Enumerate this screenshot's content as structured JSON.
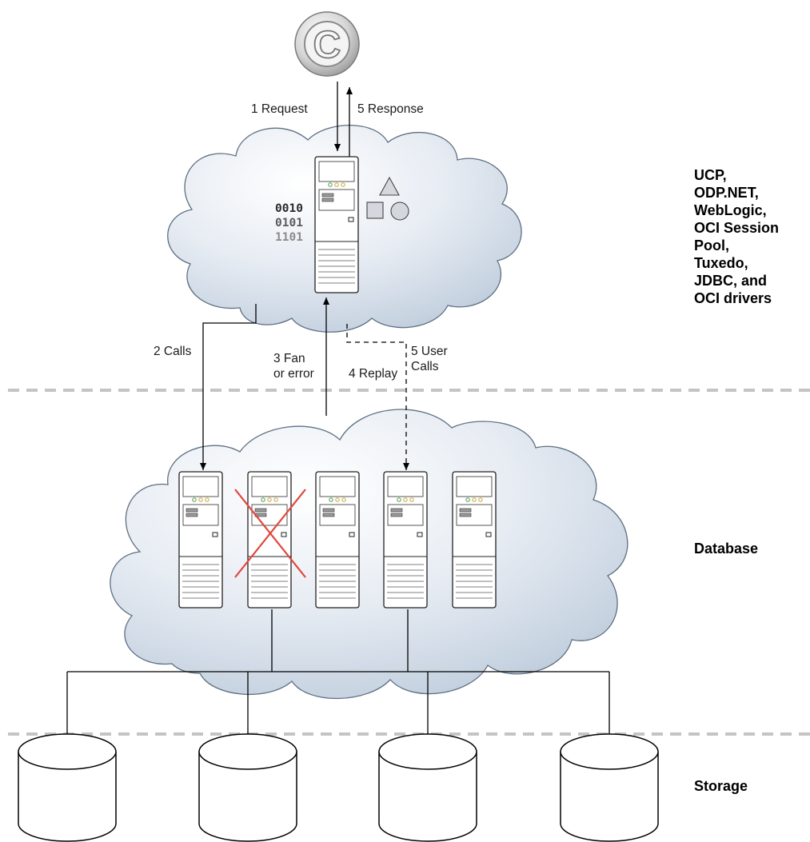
{
  "client": {
    "symbol": "C"
  },
  "arrows": {
    "request": "1 Request",
    "response": "5 Response",
    "calls": "2 Calls",
    "fan": [
      "3 Fan",
      "or error"
    ],
    "replay": "4 Replay",
    "user_calls": [
      "5 User",
      "Calls"
    ]
  },
  "app_tier": {
    "binary": [
      "0010",
      "0101",
      "1101"
    ],
    "label_lines": [
      "UCP,",
      "ODP.NET,",
      "WebLogic,",
      "OCI Session",
      "Pool,",
      "Tuxedo,",
      "JDBC, and",
      "OCI drivers"
    ]
  },
  "database_tier": {
    "label": "Database",
    "server_count": 5,
    "failed_server_index": 1
  },
  "storage_tier": {
    "label": "Storage",
    "disk_count": 4
  },
  "colors": {
    "failure_mark": "#e0463c",
    "divider": "#c4c4c4"
  }
}
